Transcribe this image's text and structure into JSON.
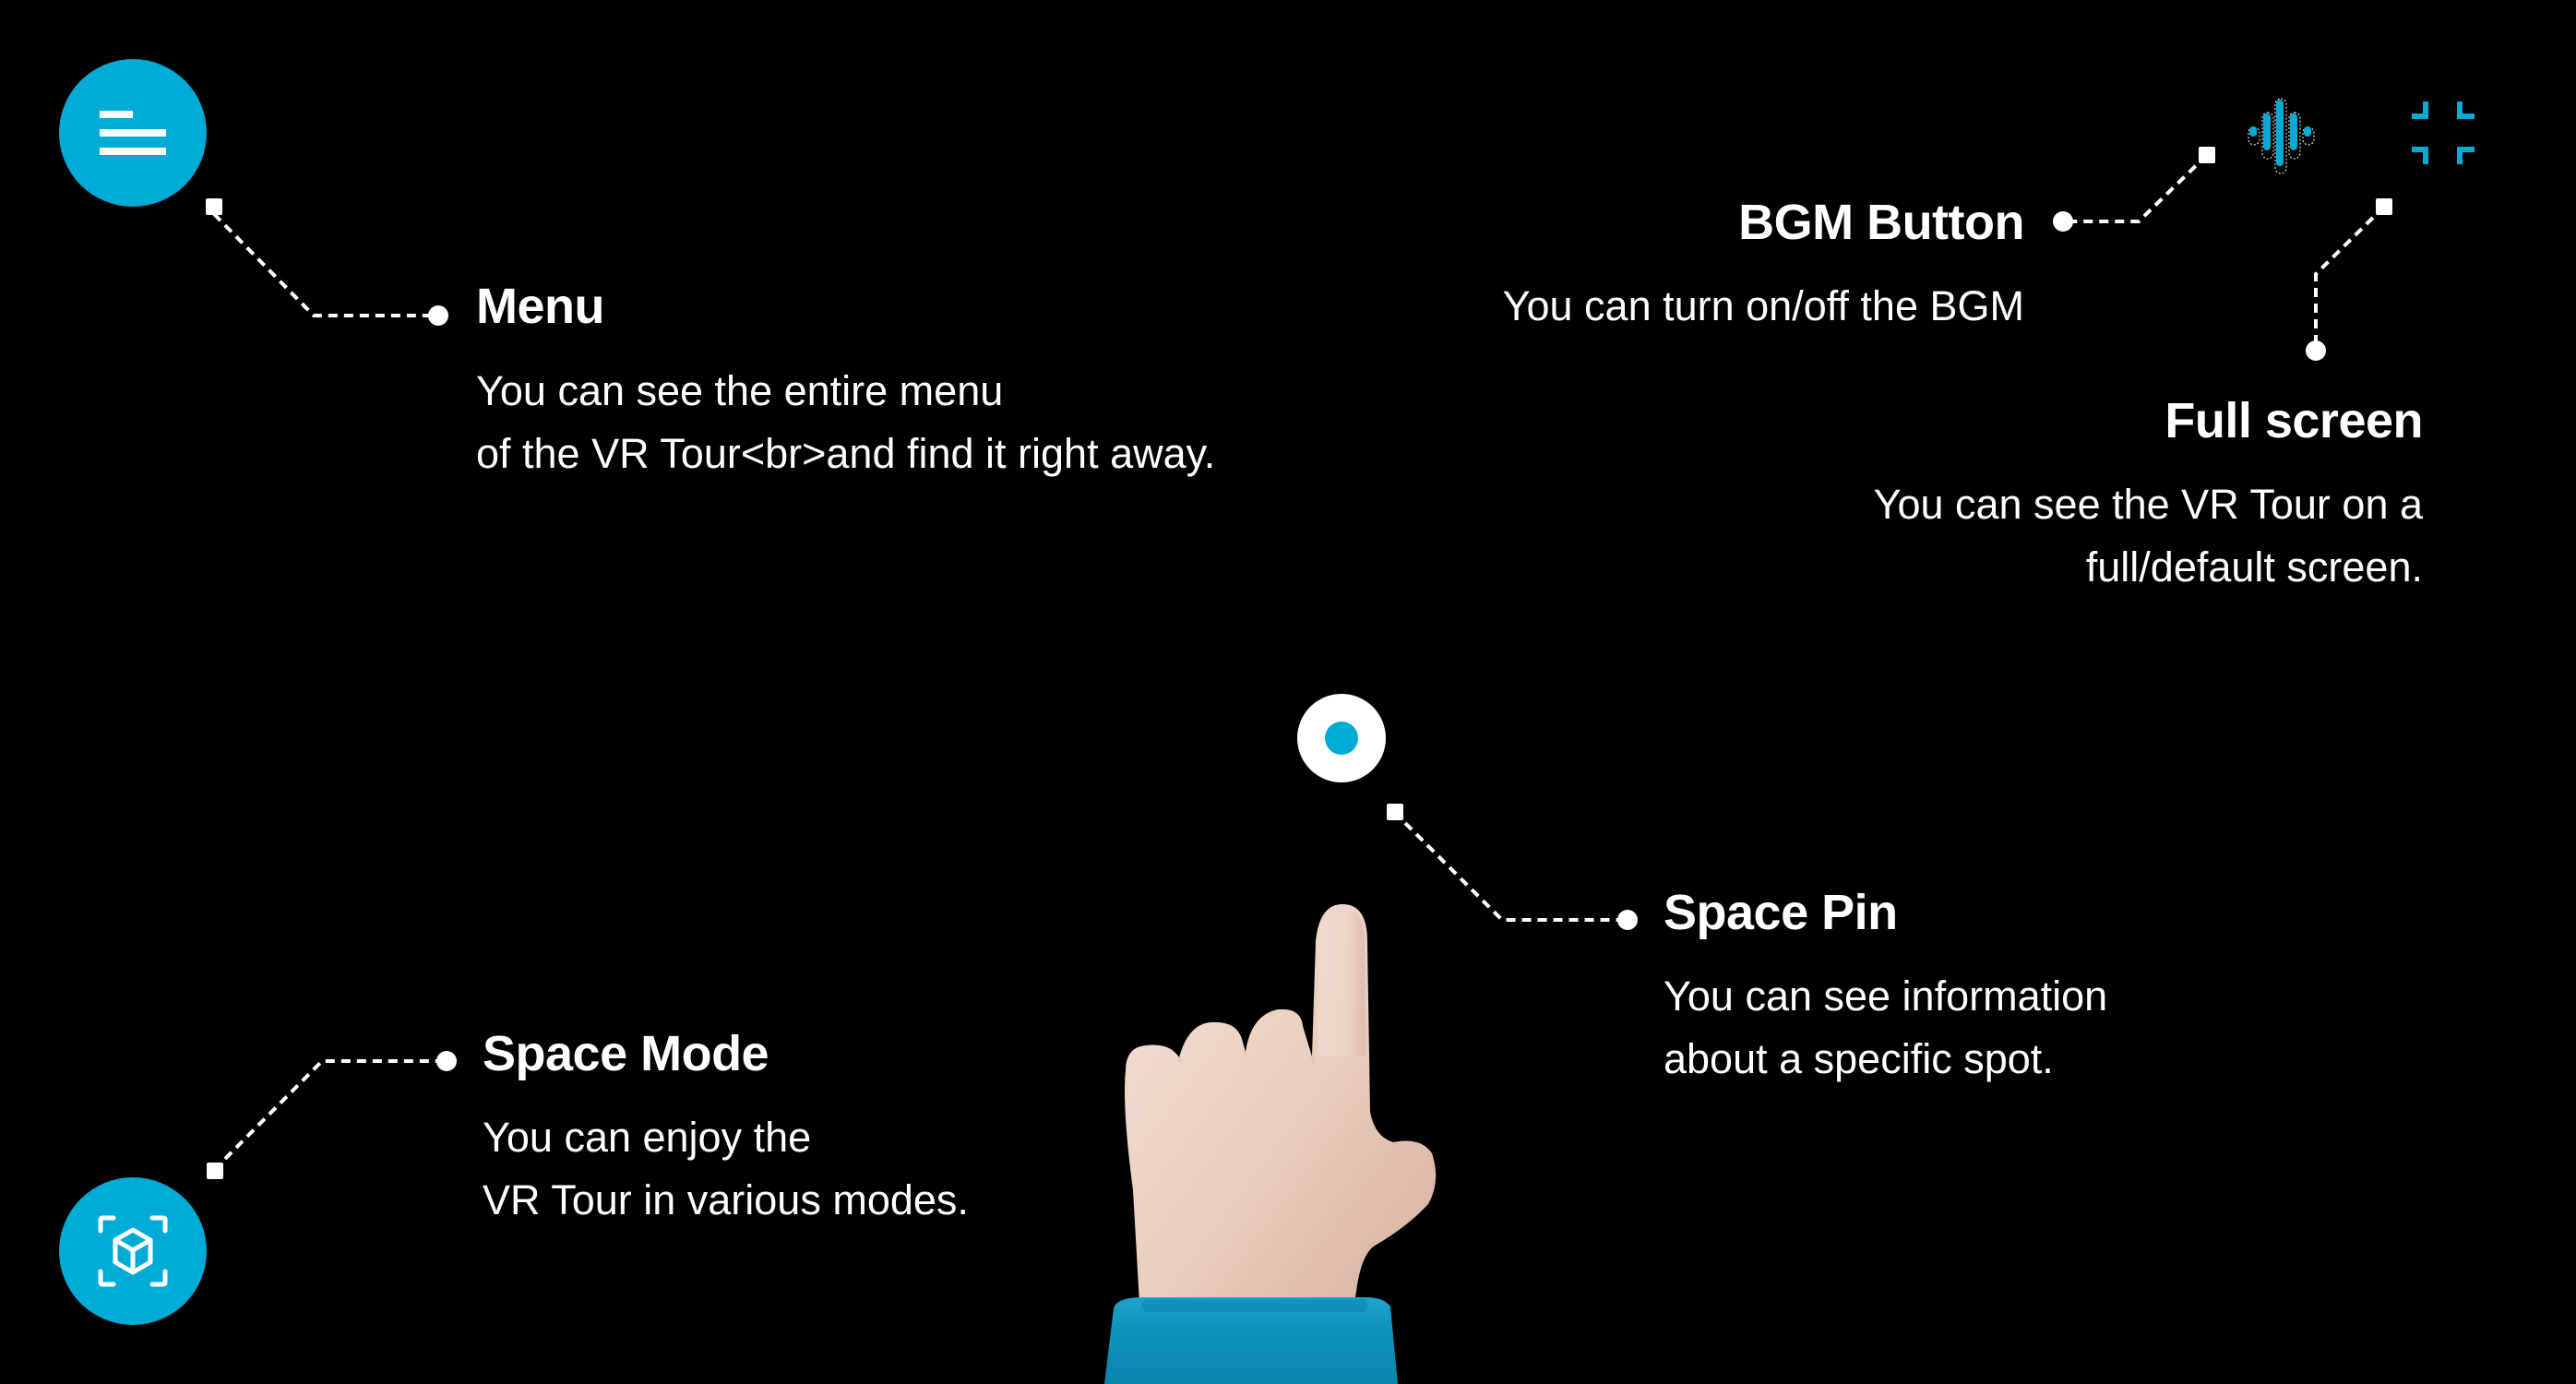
{
  "colors": {
    "accent": "#00abd5",
    "background": "#000000",
    "text": "#ffffff",
    "sleeve": "#0b8ab3",
    "skin": "#ecd2c3"
  },
  "menu": {
    "icon": "hamburger-left-align-icon",
    "title": "Menu",
    "description": [
      "You can see the entire menu",
      "of the VR Tour<br>and find it right away."
    ]
  },
  "bgm": {
    "icon": "sound-wave-icon",
    "title": "BGM Button",
    "description": [
      "You can turn on/off the BGM"
    ]
  },
  "fullscreen": {
    "icon": "exit-fullscreen-icon",
    "title": "Full screen",
    "description": [
      "You can see the VR Tour on a",
      "full/default screen."
    ]
  },
  "space_pin": {
    "icon": "pin-dot-icon",
    "title": "Space Pin",
    "description": [
      "You can see information",
      "about a specific spot."
    ]
  },
  "space_mode": {
    "icon": "cube-scan-icon",
    "title": "Space Mode",
    "description": [
      "You can enjoy the",
      "VR Tour in various modes."
    ]
  },
  "illustration": {
    "icon": "pointing-hand-icon"
  }
}
